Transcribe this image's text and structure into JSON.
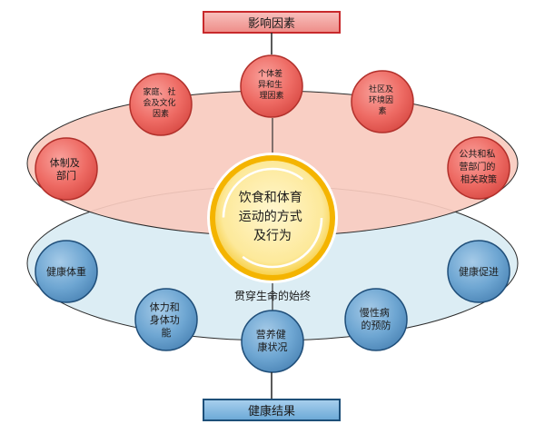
{
  "header": {
    "title": "影响因素"
  },
  "footer": {
    "title": "健康结果"
  },
  "center": {
    "lines": [
      "饮食和体育",
      "运动的方式",
      "及行为"
    ]
  },
  "lifelong_label": "贯穿生命的始终",
  "influence_nodes": [
    {
      "id": "node-family-society-culture",
      "lines": [
        "家庭、社",
        "会及文化",
        "因素"
      ]
    },
    {
      "id": "node-individual-differences",
      "lines": [
        "个体差",
        "异和生",
        "理因素"
      ]
    },
    {
      "id": "node-community-environment",
      "lines": [
        "社区及",
        "环境因",
        "素"
      ]
    },
    {
      "id": "node-institutions",
      "lines": [
        "体制及",
        "部门"
      ]
    },
    {
      "id": "node-public-private-policy",
      "lines": [
        "公共和私",
        "营部门的",
        "相关政策"
      ]
    }
  ],
  "outcome_nodes": [
    {
      "id": "node-healthy-weight",
      "lines": [
        "健康体重"
      ]
    },
    {
      "id": "node-health-promotion",
      "lines": [
        "健康促进"
      ]
    },
    {
      "id": "node-physical-fitness",
      "lines": [
        "体力和",
        "身体功",
        "能"
      ]
    },
    {
      "id": "node-nutrition-status",
      "lines": [
        "营养健",
        "康状况"
      ]
    },
    {
      "id": "node-chronic-disease-prevention",
      "lines": [
        "慢性病",
        "的预防"
      ]
    }
  ],
  "colors": {
    "influence_fill": "#ef6a64",
    "influence_stroke": "#b2302b",
    "upper_ellipse": "#f9c9bd",
    "lower_ellipse": "#d9ecf3",
    "outcome_fill": "#5b97c4",
    "outcome_stroke": "#1f4e79",
    "center_ring": "#f6c11a",
    "header_border": "#c8292c",
    "header_fill": "#f4a6a2",
    "footer_border": "#1d4f79",
    "footer_fill": "#7fb6dd"
  }
}
